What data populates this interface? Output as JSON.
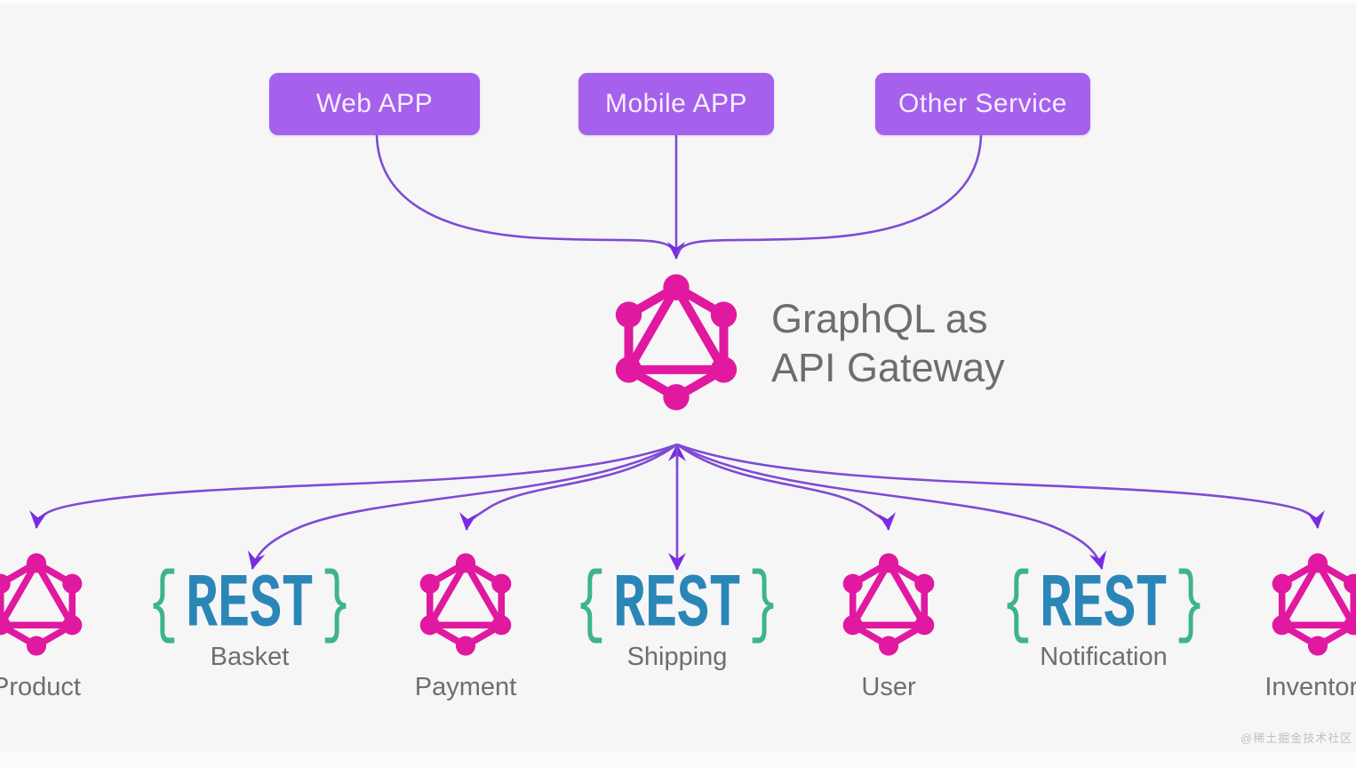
{
  "diagram_title": "GraphQL as API Gateway",
  "clients": [
    {
      "label": "Web APP"
    },
    {
      "label": "Mobile APP"
    },
    {
      "label": "Other Service"
    }
  ],
  "gateway": {
    "title_line1": "GraphQL as",
    "title_line2": "API Gateway",
    "icon": "graphql-logo"
  },
  "services": [
    {
      "label": "Product",
      "type": "graphql"
    },
    {
      "label": "Basket",
      "type": "rest"
    },
    {
      "label": "Payment",
      "type": "graphql"
    },
    {
      "label": "Shipping",
      "type": "rest"
    },
    {
      "label": "User",
      "type": "graphql"
    },
    {
      "label": "Notification",
      "type": "rest"
    },
    {
      "label": "Inventory",
      "type": "graphql"
    }
  ],
  "rest_logo": {
    "open_brace": "{",
    "text": "REST",
    "close_brace": "}"
  },
  "watermark": "@稀土掘金技术社区",
  "colors": {
    "client_box": "#a560ec",
    "arrow": "#7e4bd4",
    "arrowhead": "#7b2be0",
    "graphql_pink": "#e019a0",
    "rest_text": "#2b86b8",
    "rest_brace": "#3eb489",
    "title_gray": "#6d6d6d",
    "label_gray": "#6e6e6e",
    "background": "#f7f6f7"
  }
}
